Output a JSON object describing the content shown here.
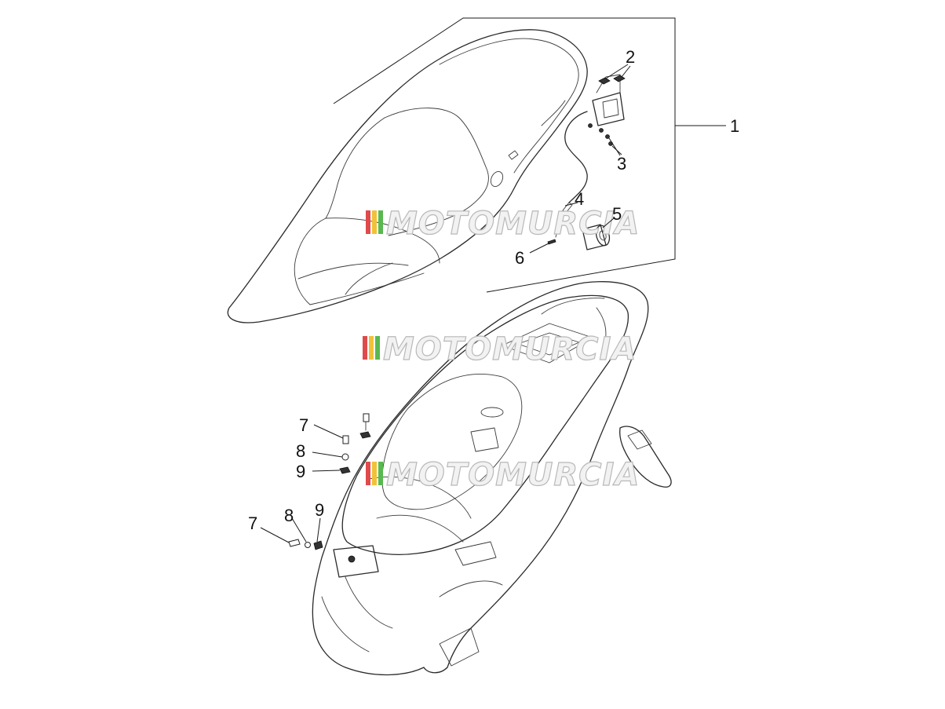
{
  "watermark": {
    "text": "MOTOMURCIA",
    "stripe_colors": [
      "#e04a4a",
      "#f0c23a",
      "#59b84f"
    ]
  },
  "callouts": [
    {
      "id": "c1",
      "label": "1"
    },
    {
      "id": "c2",
      "label": "2"
    },
    {
      "id": "c3",
      "label": "3"
    },
    {
      "id": "c4",
      "label": "4"
    },
    {
      "id": "c5",
      "label": "5"
    },
    {
      "id": "c6",
      "label": "6"
    },
    {
      "id": "c7a",
      "label": "7"
    },
    {
      "id": "c8a",
      "label": "8"
    },
    {
      "id": "c9a",
      "label": "9"
    },
    {
      "id": "c7b",
      "label": "7"
    },
    {
      "id": "c8b",
      "label": "8"
    },
    {
      "id": "c9b",
      "label": "9"
    }
  ]
}
